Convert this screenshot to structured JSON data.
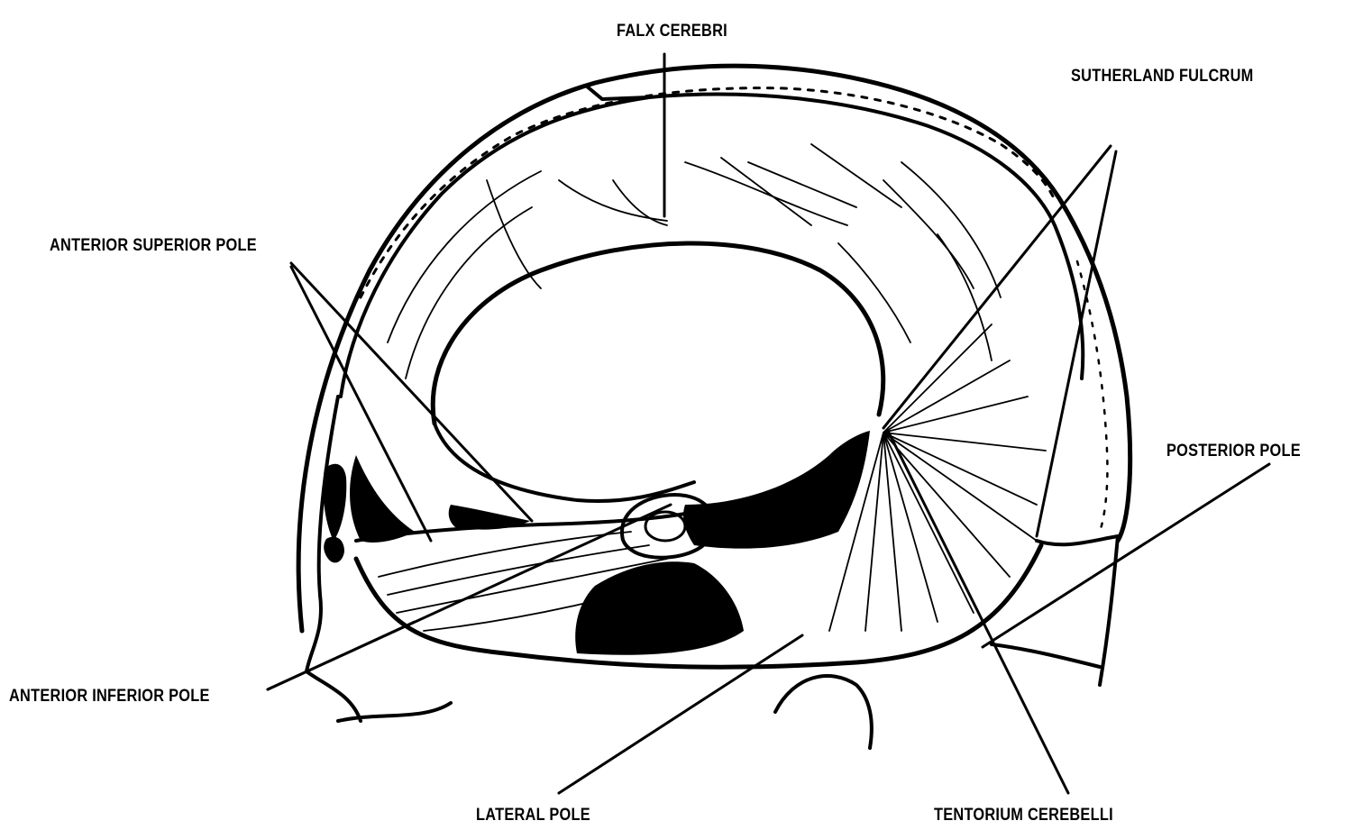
{
  "labels": {
    "falx_cerebri": "FALX CEREBRI",
    "sutherland_fulcrum": "SUTHERLAND FULCRUM",
    "anterior_superior_pole": "ANTERIOR SUPERIOR POLE",
    "posterior_pole": "POSTERIOR POLE",
    "anterior_inferior_pole": "ANTERIOR INFERIOR POLE",
    "lateral_pole": "LATERAL POLE",
    "tentorium_cerebelli": "TENTORIUM CEREBELLI"
  },
  "colors": {
    "ink": "#000000",
    "paper": "#ffffff"
  }
}
